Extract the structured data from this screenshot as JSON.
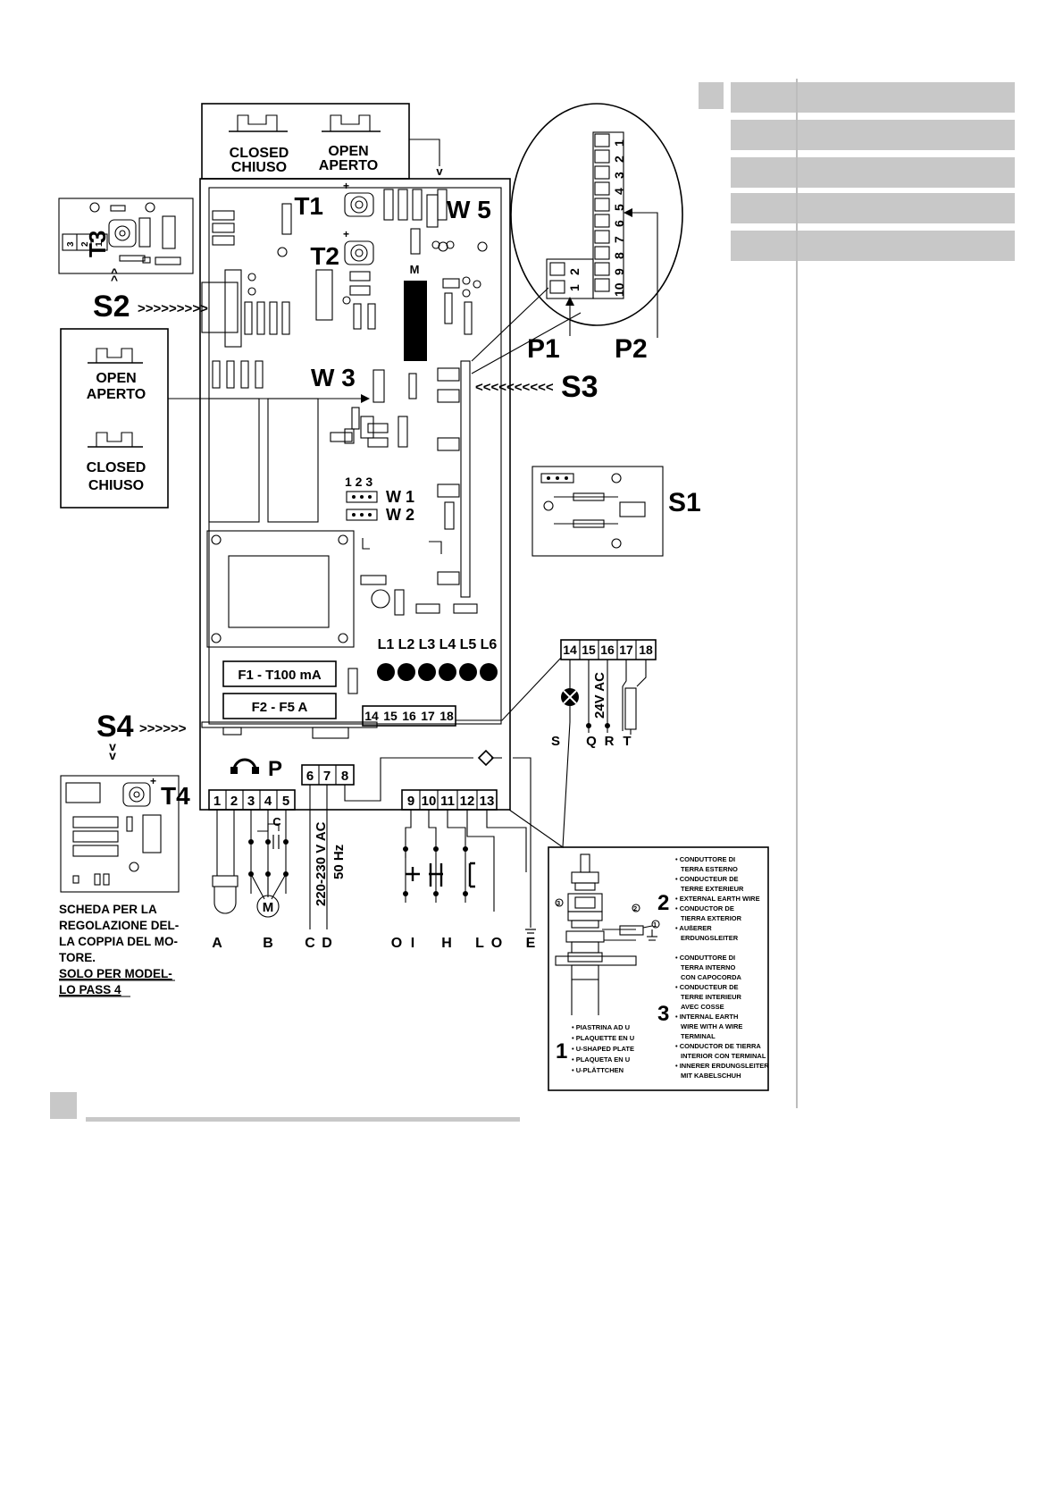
{
  "board": {
    "trimmers": [
      "T1",
      "T2"
    ],
    "jumpers": {
      "w5": "W 5",
      "w3": "W 3",
      "w1": "W 1",
      "w2": "W 2",
      "w_pins": "1 2 3"
    },
    "chip": "M",
    "leds": [
      "L1",
      "L2",
      "L3",
      "L4",
      "L5",
      "L6"
    ],
    "fuses": [
      "F1 - T100 mA",
      "F2 - F5 A"
    ],
    "headphone_label": "P",
    "terminal_strip_inner": [
      "14",
      "15",
      "16",
      "17",
      "18"
    ]
  },
  "limit_switch_top": {
    "closed": "CLOSED",
    "closed_it": "CHIUSO",
    "open": "OPEN",
    "open_it": "APERTO",
    "arrow": "v"
  },
  "limit_switch_left": {
    "open": "OPEN",
    "open_it": "APERTO",
    "closed": "CLOSED",
    "closed_it": "CHIUSO"
  },
  "callouts": {
    "s1": "S1",
    "s2": "S2",
    "s3": "S3",
    "s4": "S4",
    "p1": "P1",
    "p2": "P2",
    "t3": "T3",
    "t4": "T4",
    "s2_arrows": ">>>>>>>>>",
    "s3_arrows": "<<<<<<<<<<",
    "s4_arrows": ">>>>>>",
    "caret": "^",
    "v": "v"
  },
  "t3_board": {
    "pins": [
      "3",
      "2",
      "1"
    ]
  },
  "dip_switch": {
    "p2_numbers": [
      "1",
      "2",
      "3",
      "4",
      "5",
      "6",
      "7",
      "8",
      "9",
      "10"
    ],
    "p1_numbers": [
      "1",
      "2"
    ]
  },
  "terminals": {
    "block1": [
      "1",
      "2",
      "3",
      "4",
      "5"
    ],
    "block2": [
      "6",
      "7",
      "8"
    ],
    "block3": [
      "9",
      "10",
      "11",
      "12",
      "13"
    ],
    "block4": [
      "14",
      "15",
      "16",
      "17",
      "18"
    ]
  },
  "wiring": {
    "capacitor": "C",
    "motor": "M",
    "supply_voltage": "220-230 V AC",
    "supply_freq": "50 Hz",
    "low_voltage": "24V AC",
    "bottom_labels": [
      "A",
      "B",
      "C",
      "D",
      "O",
      "I",
      "H",
      "L",
      "O",
      "E"
    ],
    "right_labels": [
      "S",
      "Q",
      "R",
      "T"
    ]
  },
  "torque_note": {
    "lines": [
      "SCHEDA PER LA",
      "REGOLAZIONE DEL-",
      "LA COPPIA DEL MO-",
      "TORE."
    ],
    "underlined": [
      "SOLO PER MODEL-",
      "LO PASS 4"
    ]
  },
  "earth_detail": {
    "item1_num": "1",
    "item1": [
      "• PIASTRINA AD U",
      "• PLAQUETTE EN U",
      "• U-SHAPED PLATE",
      "• PLAQUETA EN U",
      "• U-PLÄTTCHEN"
    ],
    "item2_num": "2",
    "item2": [
      "• CONDUTTORE DI",
      "TERRA ESTERNO",
      "• CONDUCTEUR DE",
      "TERRE EXTERIEUR",
      "• EXTERNAL EARTH WIRE",
      "• CONDUCTOR DE",
      "TIERRA EXTERIOR",
      "• AUßERER",
      "ERDUNGSLEITER"
    ],
    "item3_num": "3",
    "item3": [
      "• CONDUTTORE DI",
      "TERRA INTERNO",
      "CON CAPOCORDA",
      "• CONDUCTEUR DE",
      "TERRE INTERIEUR",
      "AVEC COSSE",
      "• INTERNAL EARTH",
      "WIRE WITH A WIRE",
      "TERMINAL",
      "• CONDUCTOR DE TIERRA",
      "INTERIOR CON TERMINAL",
      "• INNERER ERDUNGSLEITER",
      "MIT KABELSCHUH"
    ],
    "markers": [
      "3",
      "2",
      "1"
    ]
  },
  "colors": {
    "grey_bar": "#c8c8c8",
    "ink": "#000000"
  }
}
